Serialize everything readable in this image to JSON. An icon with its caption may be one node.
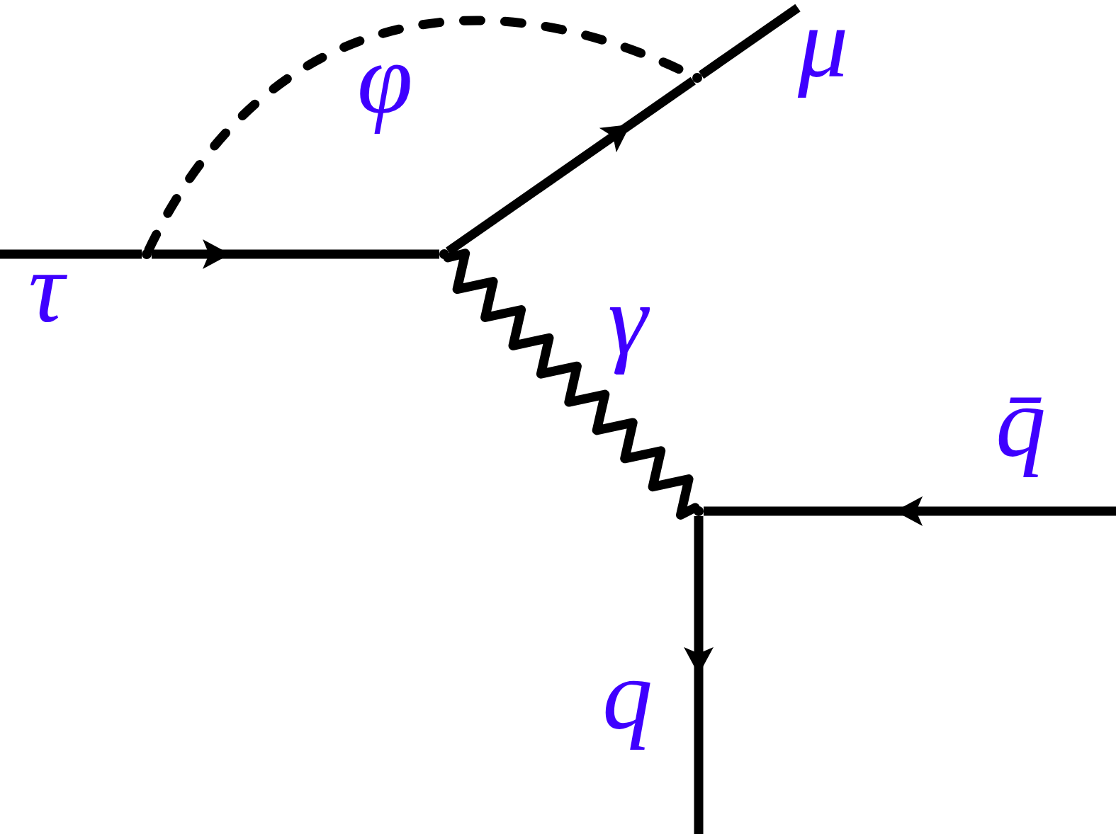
{
  "diagram": {
    "nodes": [
      {
        "text": [],
        "shape": "circle"
      },
      {
        "text": [],
        "shape": "circle"
      },
      {
        "text": [],
        "shape": "circle"
      },
      {
        "text": [],
        "shape": "circle"
      }
    ],
    "edges": [
      {
        "from": null,
        "to": 0,
        "arrow": "none",
        "label": "τ"
      },
      {
        "from": 0,
        "to": 1,
        "arrow": "to"
      },
      {
        "from": 0,
        "to": 2,
        "arrow": "none",
        "style": "dashed",
        "label": "φ"
      },
      {
        "from": 1,
        "to": 2,
        "arrow": "to"
      },
      {
        "from": 2,
        "to": null,
        "arrow": "none",
        "label": "μ"
      },
      {
        "from": 1,
        "to": 3,
        "arrow": "none",
        "label": "γ"
      },
      {
        "from": null,
        "to": 3,
        "arrow": "to",
        "label": "q̄"
      },
      {
        "from": 3,
        "to": null,
        "arrow": "to",
        "label": "q"
      }
    ]
  }
}
